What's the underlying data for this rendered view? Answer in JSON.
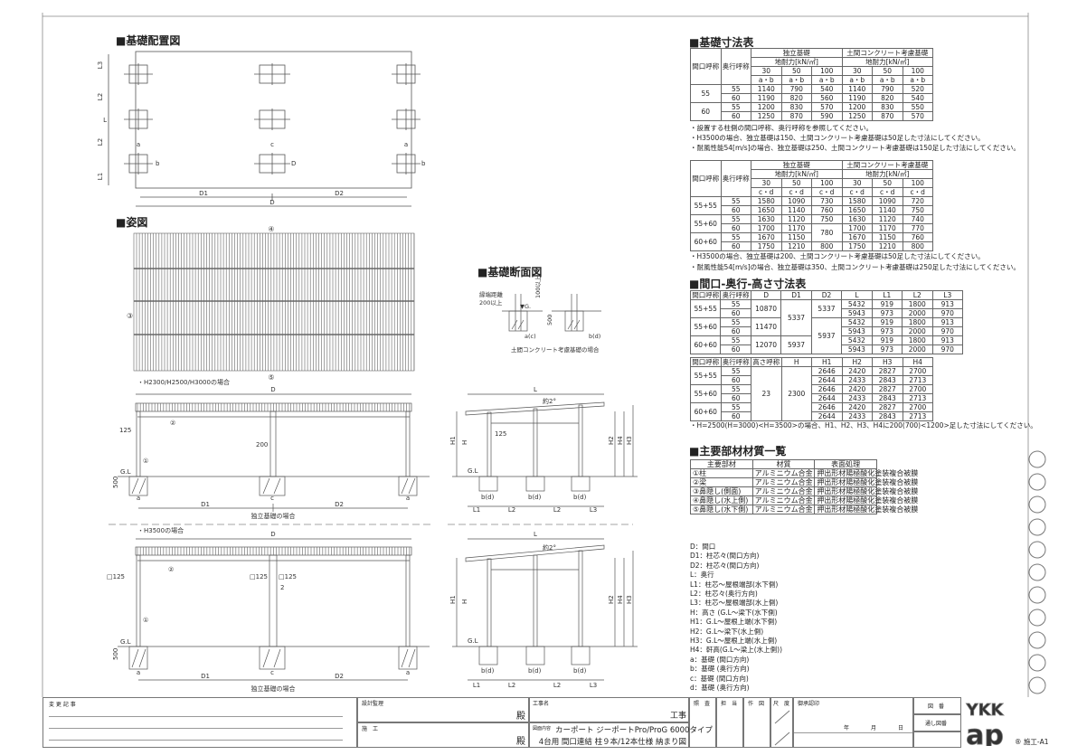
{
  "sections": {
    "foundation_layout": "■基礎配置図",
    "elevation": "■姿図",
    "foundation_section": "■基礎断面図",
    "foundation_dims": "■基礎寸法表",
    "size_table": "■間口-奥行-高さ寸法表",
    "materials": "■主要部材材質一覧"
  },
  "plan": {
    "labels": {
      "l3": "L3",
      "l2a": "L2",
      "l2b": "L2",
      "l1": "L1",
      "l": "L",
      "a1": "a",
      "b1": "b",
      "c": "c",
      "d": "D",
      "a2": "a",
      "b2": "b",
      "d1": "D1",
      "d2": "D2"
    }
  },
  "roof": {
    "m3": "③",
    "m4": "④",
    "m5": "⑤"
  },
  "section": {
    "edge": "縁端距離",
    "edge2": "200以上",
    "gl": "▼G.",
    "h100": "100以上",
    "h500": "500",
    "ac": "a(c)",
    "bd": "b(d)",
    "caption": "土間コンクリート考慮基礎の場合"
  },
  "elev1": {
    "case": "・H2300/H2500/H3000の場合",
    "d": "D",
    "m2": "②",
    "m1": "①",
    "d125": "125",
    "d200": "200",
    "gl": "G.L",
    "d500": "500",
    "a1": "a",
    "c": "c",
    "a2": "a",
    "d1": "D1",
    "d2": "D2",
    "caption": "独立基礎の場合"
  },
  "side1": {
    "l": "L",
    "slope": "約2°",
    "d125": "125",
    "h1": "H1",
    "h": "H",
    "gl": "G.L",
    "h2": "H2",
    "h4": "H4",
    "h3": "H3",
    "b1": "b(d)",
    "b2": "b(d)",
    "b3": "b(d)",
    "l1": "L1",
    "l2a": "L2",
    "l2b": "L2",
    "l3": "L3"
  },
  "elev2": {
    "case": "・H3500の場合",
    "d": "D",
    "sq1": "□125",
    "sq2": "□125",
    "sq3": "□125",
    "m2": "②",
    "n2": "2",
    "m1": "①",
    "gl": "G.L",
    "d500": "500",
    "a1": "a",
    "c": "c",
    "a2": "a",
    "d1": "D1",
    "d2": "D2",
    "caption": "独立基礎の場合"
  },
  "side2": {
    "l": "L",
    "slope": "約2°",
    "h1": "H1",
    "h": "H",
    "gl": "G.L",
    "h2": "H2",
    "h4": "H4",
    "h3": "H3",
    "b1": "b(d)",
    "b2": "b(d)",
    "b3": "b(d)",
    "l1": "L1",
    "l2a": "L2",
    "l2b": "L2",
    "l3": "L3"
  },
  "tables": {
    "t1": {
      "header": [
        [
          {
            "t": "間口呼称",
            "rs": 4
          },
          {
            "t": "奥行呼称",
            "rs": 4
          },
          {
            "t": "独立基礎",
            "cs": 3
          },
          {
            "t": "土間コンクリート考慮基礎",
            "cs": 3
          }
        ],
        [
          {
            "t": "地耐力[kN/㎡]",
            "cs": 3
          },
          {
            "t": "地耐力[kN/㎡]",
            "cs": 3
          }
        ],
        [
          {
            "t": "30"
          },
          {
            "t": "50"
          },
          {
            "t": "100"
          },
          {
            "t": "30"
          },
          {
            "t": "50"
          },
          {
            "t": "100"
          }
        ],
        [
          {
            "t": "a・b"
          },
          {
            "t": "a・b"
          },
          {
            "t": "a・b"
          },
          {
            "t": "a・b"
          },
          {
            "t": "a・b"
          },
          {
            "t": "a・b"
          }
        ]
      ],
      "rows": [
        [
          {
            "t": "55",
            "rs": 2
          },
          {
            "t": "55"
          },
          {
            "t": "1140"
          },
          {
            "t": "790"
          },
          {
            "t": "540"
          },
          {
            "t": "1140"
          },
          {
            "t": "790"
          },
          {
            "t": "520"
          }
        ],
        [
          {
            "t": "60"
          },
          {
            "t": "1190"
          },
          {
            "t": "820"
          },
          {
            "t": "560"
          },
          {
            "t": "1190"
          },
          {
            "t": "820"
          },
          {
            "t": "540"
          }
        ],
        [
          {
            "t": "60",
            "rs": 2
          },
          {
            "t": "55"
          },
          {
            "t": "1200"
          },
          {
            "t": "830"
          },
          {
            "t": "570"
          },
          {
            "t": "1200"
          },
          {
            "t": "830"
          },
          {
            "t": "550"
          }
        ],
        [
          {
            "t": "60"
          },
          {
            "t": "1250"
          },
          {
            "t": "870"
          },
          {
            "t": "590"
          },
          {
            "t": "1250"
          },
          {
            "t": "870"
          },
          {
            "t": "570"
          }
        ]
      ]
    },
    "t1_notes": [
      "・設置する柱側の間口呼称、奥行呼称を参照してください。",
      "・H3500の場合、独立基礎は150、土間コンクリート考慮基礎は50足した寸法にしてください。",
      "・耐風性能54[m/s]の場合、独立基礎は250、土間コンクリート考慮基礎は150足した寸法にしてください。"
    ],
    "t2": {
      "header": [
        [
          {
            "t": "間口呼称",
            "rs": 4
          },
          {
            "t": "奥行呼称",
            "rs": 4
          },
          {
            "t": "独立基礎",
            "cs": 3
          },
          {
            "t": "土間コンクリート考慮基礎",
            "cs": 3
          }
        ],
        [
          {
            "t": "地耐力[kN/㎡]",
            "cs": 3
          },
          {
            "t": "地耐力[kN/㎡]",
            "cs": 3
          }
        ],
        [
          {
            "t": "30"
          },
          {
            "t": "50"
          },
          {
            "t": "100"
          },
          {
            "t": "30"
          },
          {
            "t": "50"
          },
          {
            "t": "100"
          }
        ],
        [
          {
            "t": "c・d"
          },
          {
            "t": "c・d"
          },
          {
            "t": "c・d"
          },
          {
            "t": "c・d"
          },
          {
            "t": "c・d"
          },
          {
            "t": "c・d"
          }
        ]
      ],
      "rows": [
        [
          {
            "t": "55+55",
            "rs": 2
          },
          {
            "t": "55"
          },
          {
            "t": "1580"
          },
          {
            "t": "1090"
          },
          {
            "t": "730"
          },
          {
            "t": "1580"
          },
          {
            "t": "1090"
          },
          {
            "t": "720"
          }
        ],
        [
          {
            "t": "60"
          },
          {
            "t": "1650"
          },
          {
            "t": "1140"
          },
          {
            "t": "760"
          },
          {
            "t": "1650"
          },
          {
            "t": "1140"
          },
          {
            "t": "750"
          }
        ],
        [
          {
            "t": "55+60",
            "rs": 2
          },
          {
            "t": "55"
          },
          {
            "t": "1630"
          },
          {
            "t": "1120"
          },
          {
            "t": "750"
          },
          {
            "t": "1630"
          },
          {
            "t": "1120"
          },
          {
            "t": "740"
          }
        ],
        [
          {
            "t": "60"
          },
          {
            "t": "1700"
          },
          {
            "t": "1170"
          },
          {
            "t": "780",
            "rs": 2
          },
          {
            "t": "1700"
          },
          {
            "t": "1170"
          },
          {
            "t": "770"
          }
        ],
        [
          {
            "t": "60+60",
            "rs": 2
          },
          {
            "t": "55"
          },
          {
            "t": "1670"
          },
          {
            "t": "1150"
          },
          {
            "t": "1670"
          },
          {
            "t": "1150"
          },
          {
            "t": "760"
          }
        ],
        [
          {
            "t": "60"
          },
          {
            "t": "1750"
          },
          {
            "t": "1210"
          },
          {
            "t": "800"
          },
          {
            "t": "1750"
          },
          {
            "t": "1210"
          },
          {
            "t": "800"
          }
        ]
      ]
    },
    "t2_notes": [
      "・H3500の場合、独立基礎は200、土間コンクリート考慮基礎は50足した寸法にしてください。",
      "・耐風性能54[m/s]の場合、独立基礎は350、土間コンクリート考慮基礎は250足した寸法にしてください。"
    ],
    "t3": {
      "header": [
        [
          {
            "t": "間口呼称"
          },
          {
            "t": "奥行呼称"
          },
          {
            "t": "D"
          },
          {
            "t": "D1"
          },
          {
            "t": "D2"
          },
          {
            "t": "L"
          },
          {
            "t": "L1"
          },
          {
            "t": "L2"
          },
          {
            "t": "L3"
          }
        ]
      ],
      "rows": [
        [
          {
            "t": "55+55",
            "rs": 2
          },
          {
            "t": "55"
          },
          {
            "t": "10870",
            "rs": 2
          },
          {
            "t": "5337",
            "rs": 4
          },
          {
            "t": "5337",
            "rs": 2
          },
          {
            "t": "5432"
          },
          {
            "t": "919"
          },
          {
            "t": "1800"
          },
          {
            "t": "913"
          }
        ],
        [
          {
            "t": "60"
          },
          {
            "t": "5943"
          },
          {
            "t": "973"
          },
          {
            "t": "2000"
          },
          {
            "t": "970"
          }
        ],
        [
          {
            "t": "55+60",
            "rs": 2
          },
          {
            "t": "55"
          },
          {
            "t": "11470",
            "rs": 2
          },
          {
            "t": "5937",
            "rs": 4
          },
          {
            "t": "5432"
          },
          {
            "t": "919"
          },
          {
            "t": "1800"
          },
          {
            "t": "913"
          }
        ],
        [
          {
            "t": "60"
          },
          {
            "t": "5943"
          },
          {
            "t": "973"
          },
          {
            "t": "2000"
          },
          {
            "t": "970"
          }
        ],
        [
          {
            "t": "60+60",
            "rs": 2
          },
          {
            "t": "55"
          },
          {
            "t": "12070",
            "rs": 2
          },
          {
            "t": "5937",
            "rs": 2
          },
          {
            "t": "5432"
          },
          {
            "t": "919"
          },
          {
            "t": "1800"
          },
          {
            "t": "913"
          }
        ],
        [
          {
            "t": "60"
          },
          {
            "t": "5943"
          },
          {
            "t": "973"
          },
          {
            "t": "2000"
          },
          {
            "t": "970"
          }
        ]
      ]
    },
    "t4": {
      "header": [
        [
          {
            "t": "間口呼称"
          },
          {
            "t": "奥行呼称"
          },
          {
            "t": "高さ呼称"
          },
          {
            "t": "H"
          },
          {
            "t": "H1"
          },
          {
            "t": "H2"
          },
          {
            "t": "H3"
          },
          {
            "t": "H4"
          }
        ]
      ],
      "rows": [
        [
          {
            "t": "55+55",
            "rs": 2
          },
          {
            "t": "55"
          },
          {
            "t": "23",
            "rs": 6
          },
          {
            "t": "2300",
            "rs": 6
          },
          {
            "t": "2646"
          },
          {
            "t": "2420"
          },
          {
            "t": "2827"
          },
          {
            "t": "2700"
          }
        ],
        [
          {
            "t": "60"
          },
          {
            "t": "2644"
          },
          {
            "t": "2433"
          },
          {
            "t": "2843"
          },
          {
            "t": "2713"
          }
        ],
        [
          {
            "t": "55+60",
            "rs": 2
          },
          {
            "t": "55"
          },
          {
            "t": "2646"
          },
          {
            "t": "2420"
          },
          {
            "t": "2827"
          },
          {
            "t": "2700"
          }
        ],
        [
          {
            "t": "60"
          },
          {
            "t": "2644"
          },
          {
            "t": "2433"
          },
          {
            "t": "2843"
          },
          {
            "t": "2713"
          }
        ],
        [
          {
            "t": "60+60",
            "rs": 2
          },
          {
            "t": "55"
          },
          {
            "t": "2646"
          },
          {
            "t": "2420"
          },
          {
            "t": "2827"
          },
          {
            "t": "2700"
          }
        ],
        [
          {
            "t": "60"
          },
          {
            "t": "2644"
          },
          {
            "t": "2433"
          },
          {
            "t": "2843"
          },
          {
            "t": "2713"
          }
        ]
      ]
    },
    "t4_note": "・H=2500(H=3000)<H=3500>の場合、H1、H2、H3、H4に200(700)<1200>足した寸法にしてください。",
    "t5": {
      "header": [
        [
          {
            "t": "主要部材"
          },
          {
            "t": "材質"
          },
          {
            "t": "表面処理"
          }
        ]
      ],
      "rows": [
        [
          {
            "t": "①柱",
            "l": 1
          },
          {
            "t": "アルミニウム合金",
            "l": 1
          },
          {
            "t": "押出形材陽極酸化塗装複合被膜",
            "l": 1
          }
        ],
        [
          {
            "t": "②梁",
            "l": 1
          },
          {
            "t": "アルミニウム合金",
            "l": 1
          },
          {
            "t": "押出形材陽極酸化塗装複合被膜",
            "l": 1
          }
        ],
        [
          {
            "t": "③鼻隠し(側面)",
            "l": 1
          },
          {
            "t": "アルミニウム合金",
            "l": 1
          },
          {
            "t": "押出形材陽極酸化塗装複合被膜",
            "l": 1
          }
        ],
        [
          {
            "t": "④鼻隠し(水上側)",
            "l": 1
          },
          {
            "t": "アルミニウム合金",
            "l": 1
          },
          {
            "t": "押出形材陽極酸化塗装複合被膜",
            "l": 1
          }
        ],
        [
          {
            "t": "⑤鼻隠し(水下側)",
            "l": 1
          },
          {
            "t": "アルミニウム合金",
            "l": 1
          },
          {
            "t": "押出形材陽極酸化塗装複合被膜",
            "l": 1
          }
        ]
      ]
    }
  },
  "legend": [
    "D：間口",
    "D1：柱芯々(間口方向)",
    "D2：柱芯々(間口方向)",
    "L：奥行",
    "L1：柱芯～屋根端部(水下側)",
    "L2：柱芯々(奥行方向)",
    "L3：柱芯～屋根端部(水上側)",
    "H：高さ (G.L～梁下(水下側)",
    "H1：G.L～屋根上端(水下側)",
    "H2：G.L～梁下(水上側)",
    "H3：G.L～屋根上端(水上側)",
    "H4：軒高(G.L～梁上(水上側))",
    "a：基礎 (間口方向)",
    "b：基礎 (奥行方向)",
    "c：基礎 (間口方向)",
    "d：基礎 (奥行方向)"
  ],
  "title_block": {
    "revision": "変 更 記 事",
    "design_supervision": "設計監理",
    "sama1": "殿",
    "construction": "施　工",
    "sama2": "殿",
    "project_name_label": "工事名",
    "project_suffix": "工事",
    "drawing_content_label": "図面内容",
    "drawing_title1": "カーポート ジーポートPro/ProG 6000タイプ",
    "drawing_title2": "4台用 間口連結 柱９本/12本仕様 納まり図",
    "check": "照　査",
    "charge": "担　当",
    "drafting": "作　図",
    "scale": "尺　度",
    "approval": "御承認印",
    "year": "年",
    "month": "月",
    "day": "日",
    "drawing_no": "図　番",
    "serial_no": "通し図番",
    "logo": "YKK ap",
    "sheet": "® 施工-A1"
  }
}
